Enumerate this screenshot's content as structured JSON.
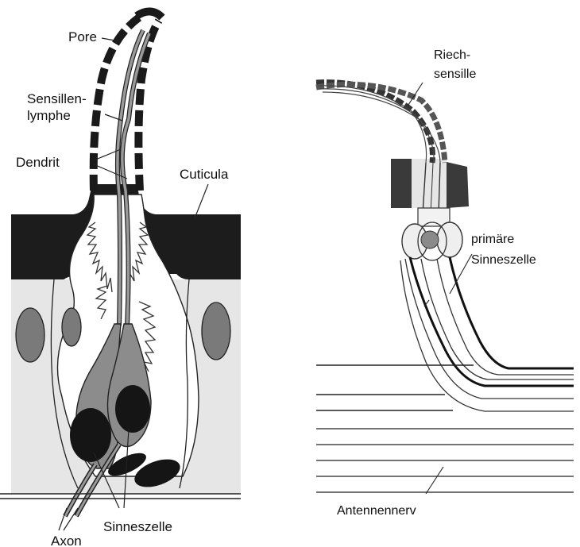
{
  "left_diagram": {
    "labels": {
      "pore": "Pore",
      "sensillenlymphe_1": "Sensillen-",
      "sensillenlymphe_2": "lymphe",
      "dendrit": "Dendrit",
      "cuticula": "Cuticula",
      "axon": "Axon",
      "sinneszelle": "Sinneszelle"
    }
  },
  "right_diagram": {
    "labels": {
      "riechsensille_1": "Riech-",
      "riechsensille_2": "sensille",
      "primaere_1": "primäre",
      "primaere_2": "Sinneszelle",
      "antennennerv": "Antennennerv"
    }
  }
}
